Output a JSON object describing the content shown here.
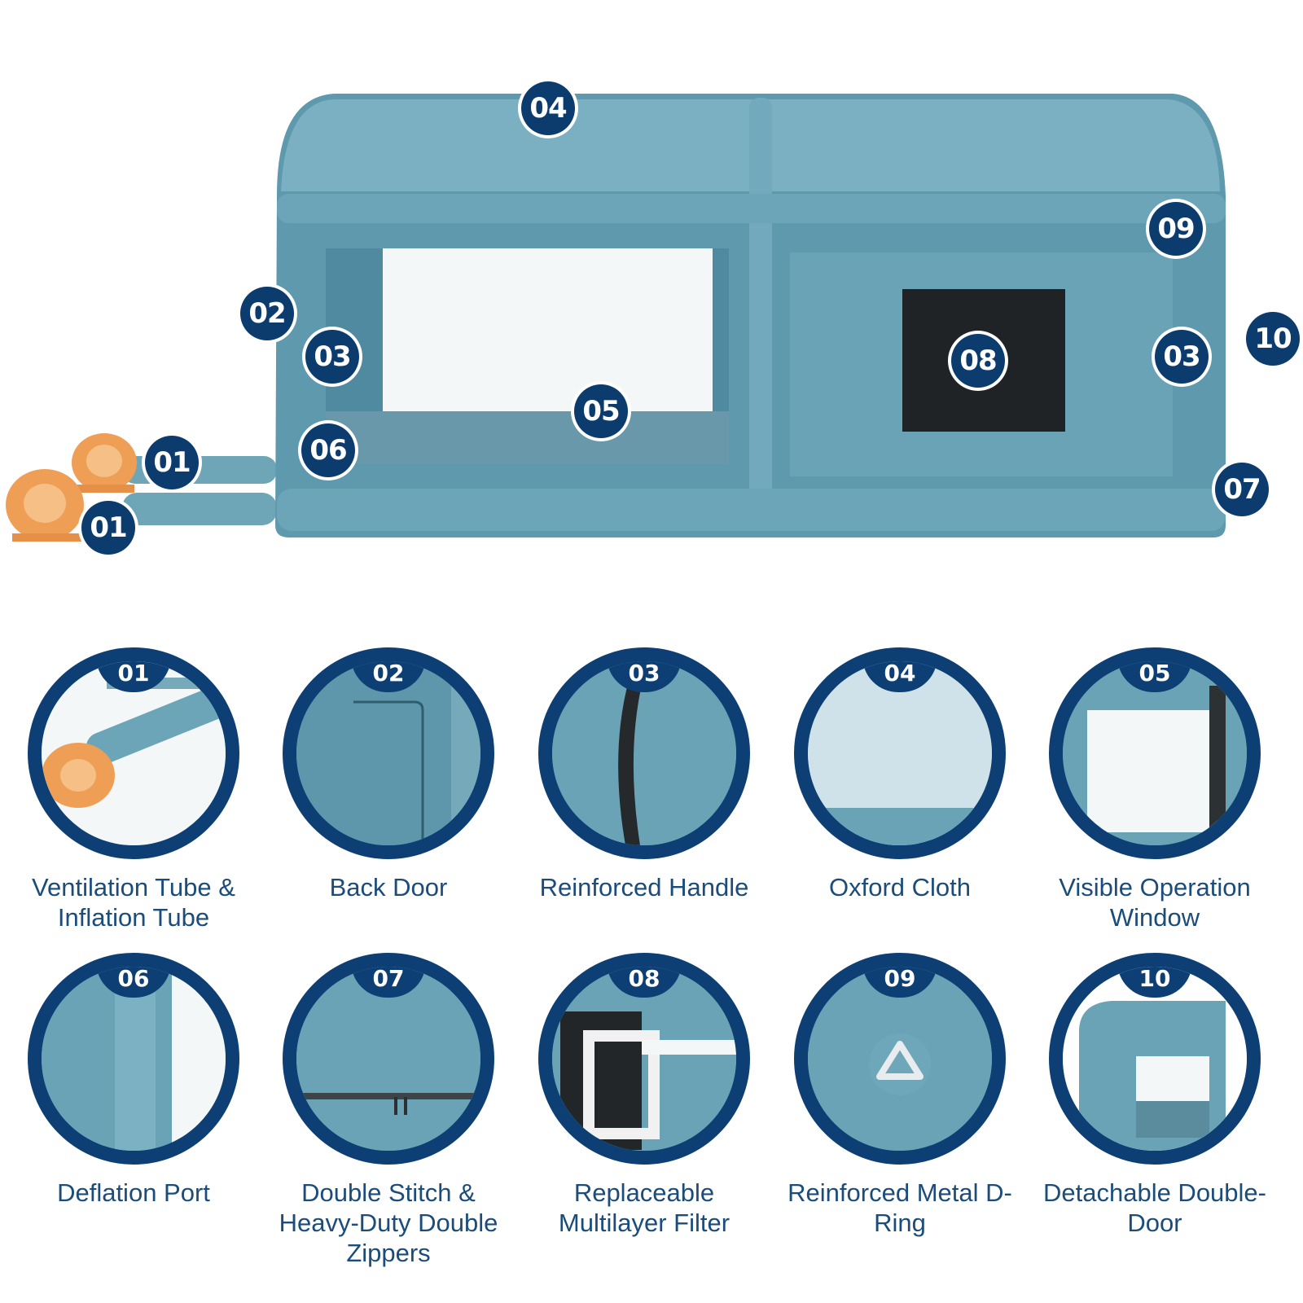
{
  "hero_badges": [
    "04",
    "09",
    "02",
    "03",
    "08",
    "03",
    "10",
    "05",
    "06",
    "07",
    "01",
    "01"
  ],
  "features": [
    {
      "num": "01",
      "label": "Ventilation Tube & Inflation Tube"
    },
    {
      "num": "02",
      "label": "Back Door"
    },
    {
      "num": "03",
      "label": "Reinforced Handle"
    },
    {
      "num": "04",
      "label": "Oxford Cloth"
    },
    {
      "num": "05",
      "label": "Visible Operation Window"
    },
    {
      "num": "06",
      "label": "Deflation Port"
    },
    {
      "num": "07",
      "label": "Double Stitch & Heavy-Duty Double Zippers"
    },
    {
      "num": "08",
      "label": "Replaceable Multilayer Filter"
    },
    {
      "num": "09",
      "label": "Reinforced Metal D-Ring"
    },
    {
      "num": "10",
      "label": "Detachable Double-Door"
    }
  ],
  "colors": {
    "tent": "#6aa3b6",
    "navy": "#0c3b6e",
    "blower": "#f0a55e",
    "text": "#1b4c7a"
  }
}
